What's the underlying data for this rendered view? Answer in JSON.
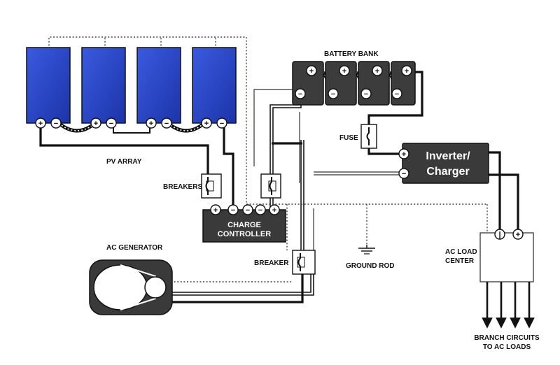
{
  "labels": {
    "battery_bank": "BATTERY BANK",
    "pv_array": "PV ARRAY",
    "breakers": "BREAKERS",
    "charge_controller_line1": "CHARGE",
    "charge_controller_line2": "CONTROLLER",
    "fuse": "FUSE",
    "inverter_line1": "Inverter/",
    "inverter_line2": "Charger",
    "ac_generator": "AC GENERATOR",
    "breaker": "BREAKER",
    "ground_rod": "GROUND ROD",
    "ac_load_center_line1": "AC LOAD",
    "ac_load_center_line2": "CENTER",
    "branch_circuits_line1": "BRANCH CIRCUITS",
    "branch_circuits_line2": "TO AC LOADS"
  },
  "symbols": {
    "positive": "+",
    "negative": "−"
  },
  "colors": {
    "solar_panel": "#2746c8",
    "solar_panel_dark": "#1a2f9a",
    "battery": "#3c3c3c",
    "controller": "#3a3a3a",
    "inverter": "#3a3a3a",
    "generator": "#3a3a3a",
    "wire": "#111111"
  },
  "icons": [
    "solar-panel-icon",
    "battery-icon",
    "fuse-icon",
    "breaker-icon",
    "ground-icon",
    "generator-icon",
    "arrow-down-icon"
  ]
}
